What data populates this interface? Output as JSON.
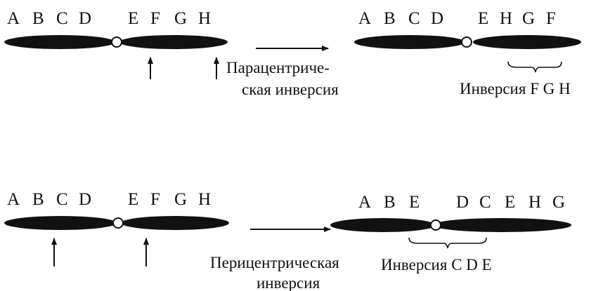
{
  "colors": {
    "ink": "#111111",
    "paper": "#ffffff"
  },
  "top_left": {
    "letters": [
      "A",
      "B",
      "C",
      "D",
      "E",
      "F",
      "G",
      "H"
    ]
  },
  "top_right": {
    "letters": [
      "A",
      "B",
      "C",
      "D",
      "E",
      "H",
      "G",
      "F"
    ],
    "inversion_label": "Инверсия F G H"
  },
  "top_process": {
    "line1": "Парацентриче-",
    "line2": "ская инверсия"
  },
  "bottom_left": {
    "letters": [
      "A",
      "B",
      "C",
      "D",
      "E",
      "F",
      "G",
      "H"
    ]
  },
  "bottom_right": {
    "letters": [
      "A",
      "B",
      "E",
      "D",
      "C",
      "E",
      "H",
      "G"
    ],
    "inversion_label": "Инверсия C D E"
  },
  "bottom_process": {
    "line1": "Перицентрическая",
    "line2": "инверсия"
  }
}
